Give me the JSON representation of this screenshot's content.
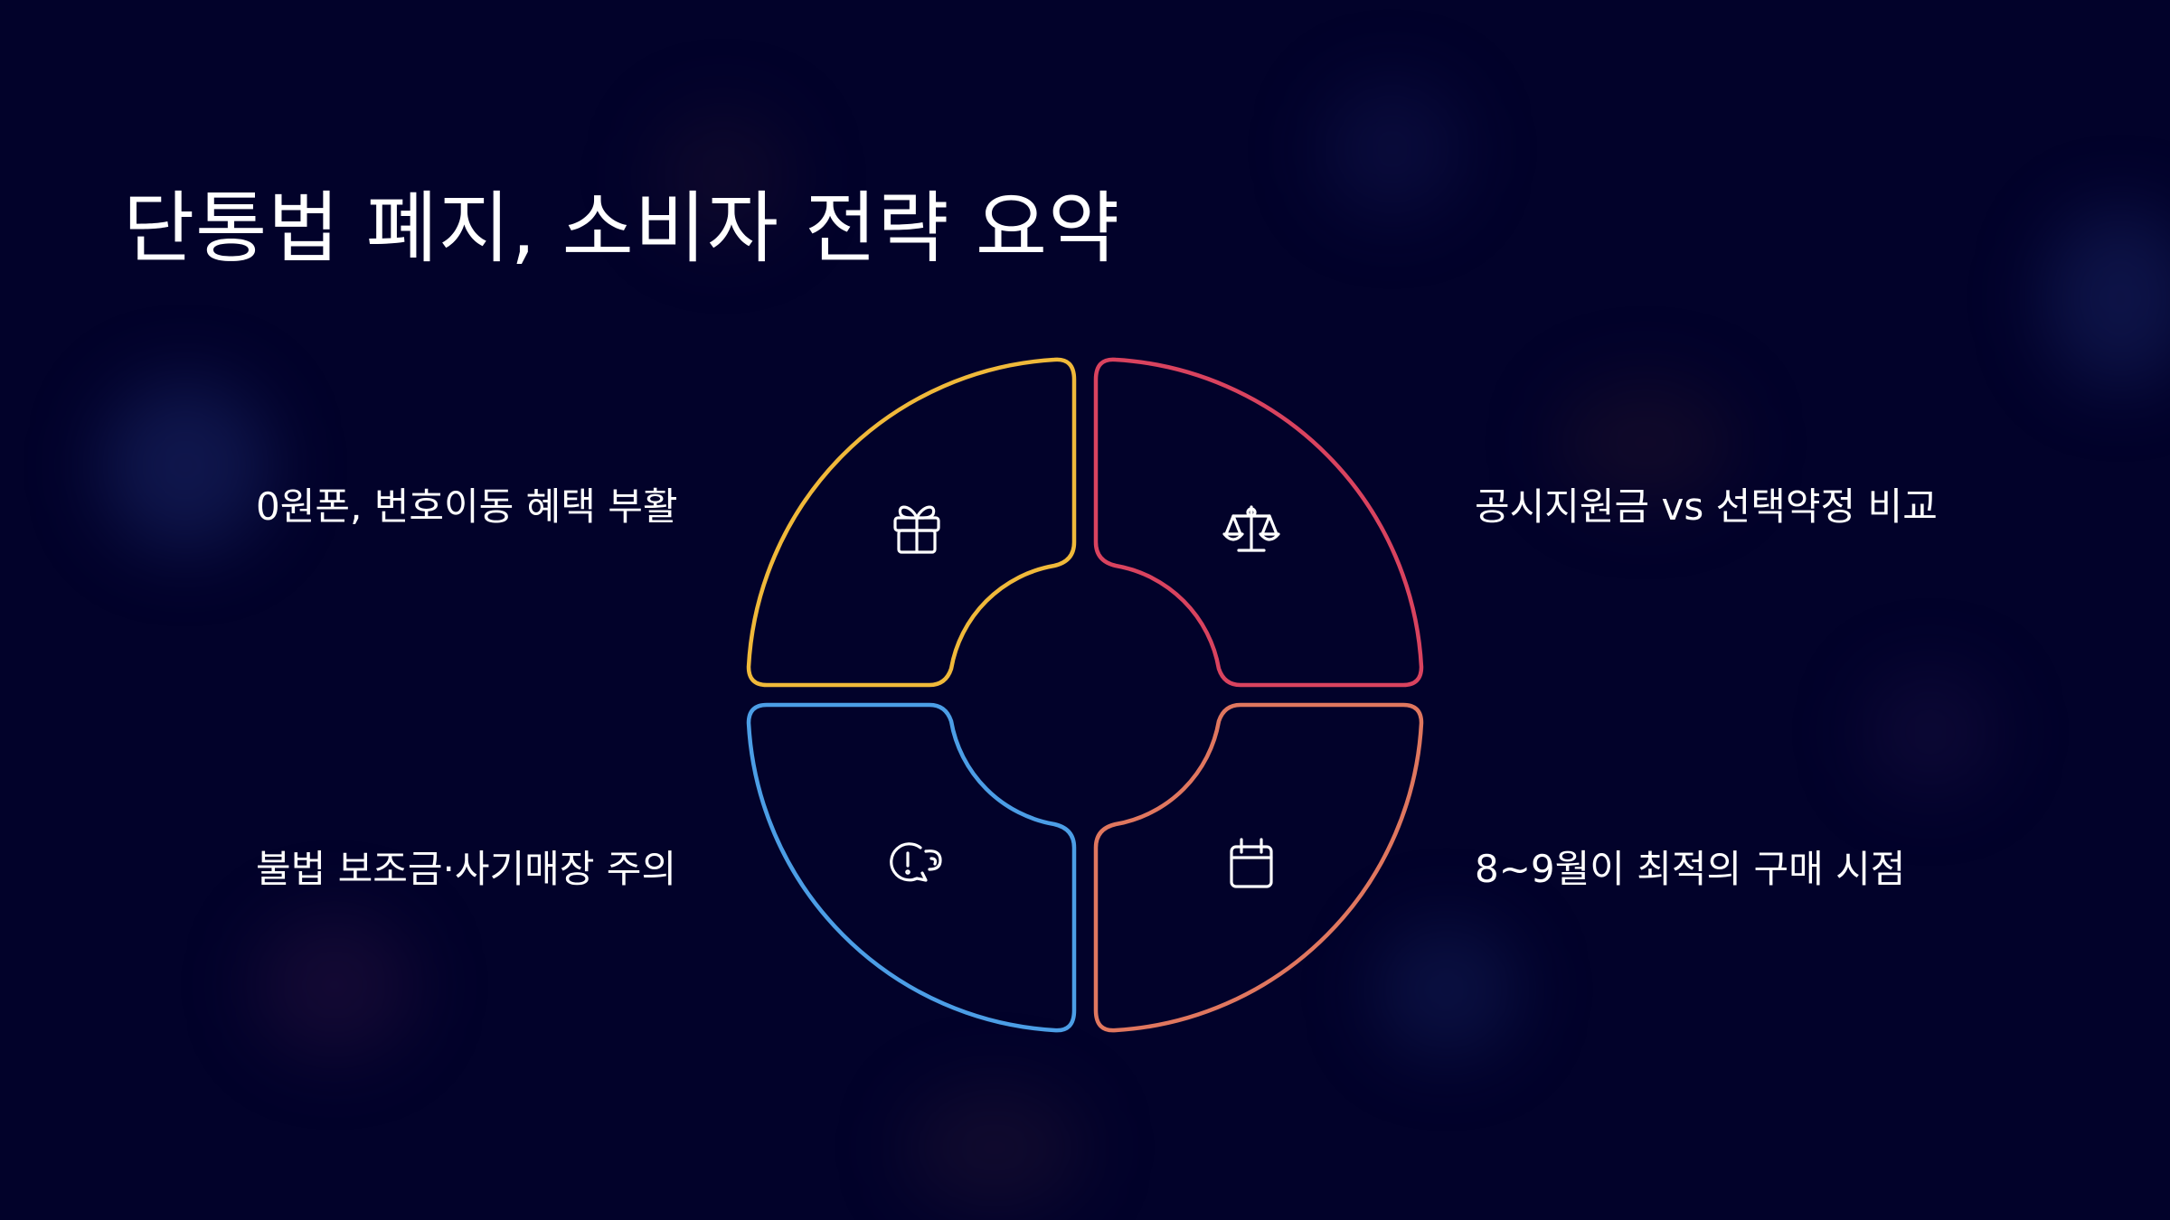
{
  "title": "단통법 폐지, 소비자 전략 요약",
  "colors": {
    "background": "#02022a",
    "top_left": "#f0b93a",
    "top_right": "#d9435f",
    "bottom_left": "#4c9ee6",
    "bottom_right": "#e0775f"
  },
  "items": [
    {
      "position": "top-left",
      "label": "0원폰, 번호이동 혜택 부활",
      "icon": "gift-icon"
    },
    {
      "position": "top-right",
      "label": "공시지원금 vs 선택약정 비교",
      "icon": "scale-icon"
    },
    {
      "position": "bottom-left",
      "label": "불법 보조금·사기매장 주의",
      "icon": "warning-chat-icon"
    },
    {
      "position": "bottom-right",
      "label": "8~9월이 최적의 구매 시점",
      "icon": "calendar-icon"
    }
  ]
}
